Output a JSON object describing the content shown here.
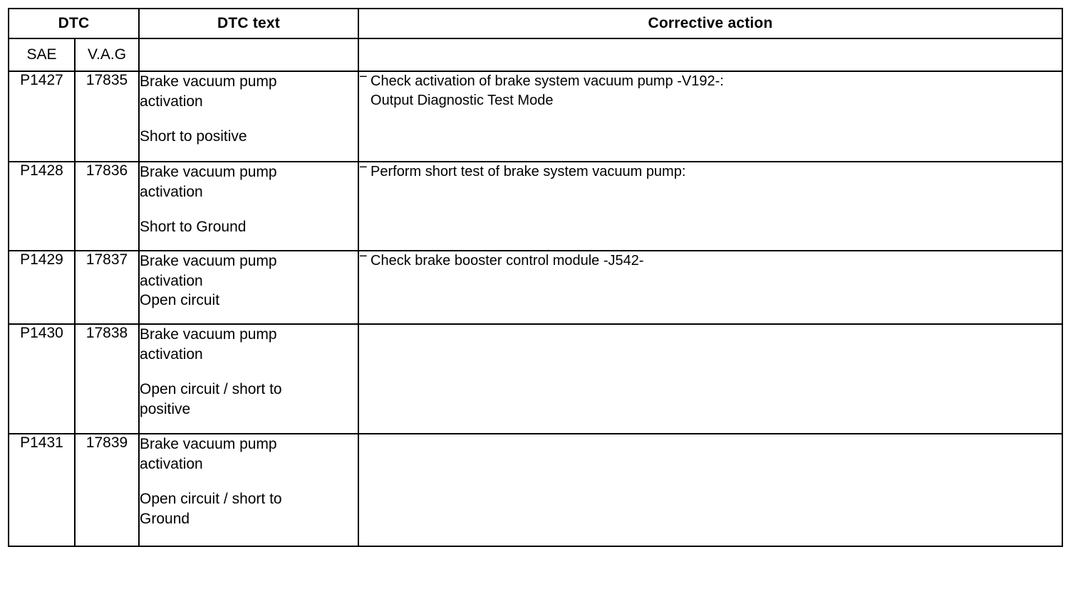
{
  "document": {
    "type": "diagnostic-trouble-code-table",
    "background_color": "#ffffff",
    "text_color": "#000000",
    "border_color": "#000000"
  },
  "table": {
    "headers": {
      "group_dtc": "DTC",
      "dtc_text": "DTC text",
      "corrective_action": "Corrective action",
      "sub_sae": "SAE",
      "sub_vag": "V.A.G",
      "sub_text_blank": "",
      "sub_corrective_blank": ""
    },
    "rows": [
      {
        "sae": "P1427",
        "vag": "17835",
        "dtc_text_line1": "Brake vacuum pump",
        "dtc_text_line2": "activation",
        "dtc_text_gap": true,
        "dtc_text_line3": "Short to positive",
        "dtc_text_line4": "",
        "corrective": {
          "has_action": true,
          "marker": "dash-bullet",
          "line1": "Check activation of brake system vacuum pump -V192-:",
          "line2": "Output Diagnostic Test Mode"
        }
      },
      {
        "sae": "P1428",
        "vag": "17836",
        "dtc_text_line1": "Brake vacuum pump",
        "dtc_text_line2": "activation",
        "dtc_text_gap": true,
        "dtc_text_line3": "Short to Ground",
        "dtc_text_line4": "",
        "corrective": {
          "has_action": true,
          "marker": "dash-bullet",
          "line1": "Perform short test of brake system vacuum pump:",
          "line2": ""
        }
      },
      {
        "sae": "P1429",
        "vag": "17837",
        "dtc_text_line1": "Brake vacuum pump",
        "dtc_text_line2": "activation",
        "dtc_text_gap": false,
        "dtc_text_line3": "Open circuit",
        "dtc_text_line4": "",
        "corrective": {
          "has_action": true,
          "marker": "dash-bullet",
          "line1": "Check brake booster control module -J542-",
          "line2": ""
        }
      },
      {
        "sae": "P1430",
        "vag": "17838",
        "dtc_text_line1": "Brake vacuum pump",
        "dtc_text_line2": "activation",
        "dtc_text_gap": true,
        "dtc_text_line3": "Open circuit / short to",
        "dtc_text_line4": "positive",
        "corrective": {
          "has_action": false,
          "marker": "",
          "line1": "",
          "line2": ""
        }
      },
      {
        "sae": "P1431",
        "vag": "17839",
        "dtc_text_line1": "Brake vacuum pump",
        "dtc_text_line2": "activation",
        "dtc_text_gap": true,
        "dtc_text_line3": "Open circuit / short to",
        "dtc_text_line4": "Ground",
        "corrective": {
          "has_action": false,
          "marker": "",
          "line1": "",
          "line2": ""
        }
      }
    ]
  }
}
